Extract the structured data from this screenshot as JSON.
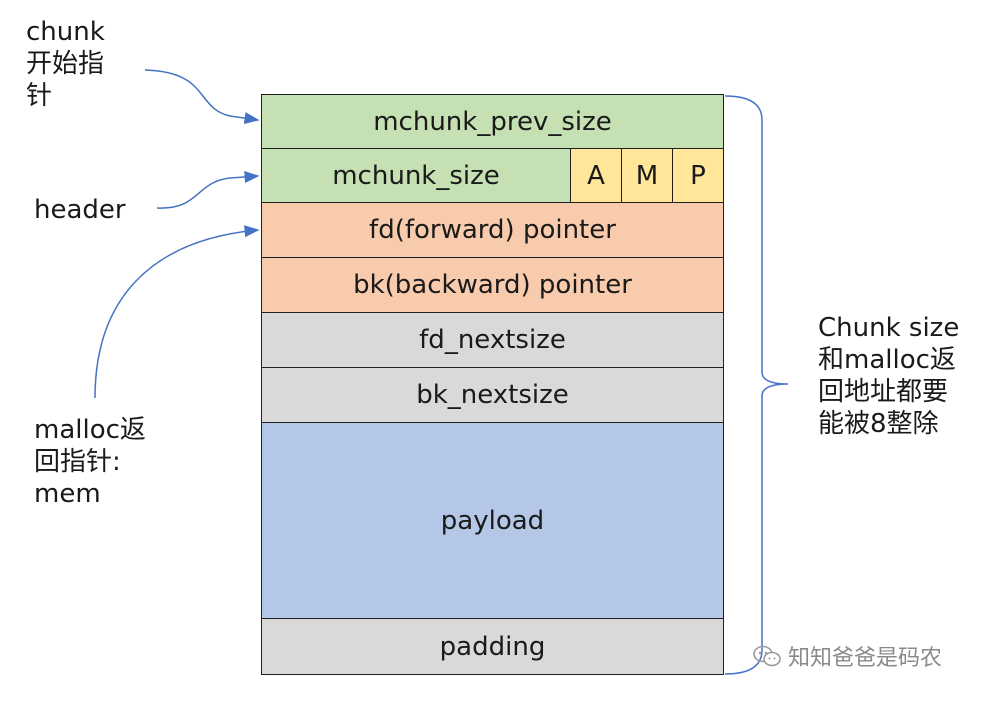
{
  "labels": {
    "chunk_start": "chunk\n开始指\n针",
    "header": "header",
    "mem": "malloc返\n回指针:\nmem",
    "size_note": "Chunk size\n和malloc返\n回地址都要\n能被8整除"
  },
  "fields": {
    "prev_size": "mchunk_prev_size",
    "size": "mchunk_size",
    "flag_a": "A",
    "flag_m": "M",
    "flag_p": "P",
    "fd": "fd(forward) pointer",
    "bk": "bk(backward) pointer",
    "fd_nextsize": "fd_nextsize",
    "bk_nextsize": "bk_nextsize",
    "payload": "payload",
    "padding": "padding"
  },
  "colors": {
    "header_green": "#c5e0b3",
    "flag_yellow": "#ffe699",
    "pointer_orange": "#f8cbad",
    "next_gray": "#d9d9d9",
    "payload_blue": "#b4c7e7",
    "arrow_blue": "#4472c4"
  },
  "watermark": "知知爸爸是码农",
  "watermark_icon": "wechat-icon"
}
